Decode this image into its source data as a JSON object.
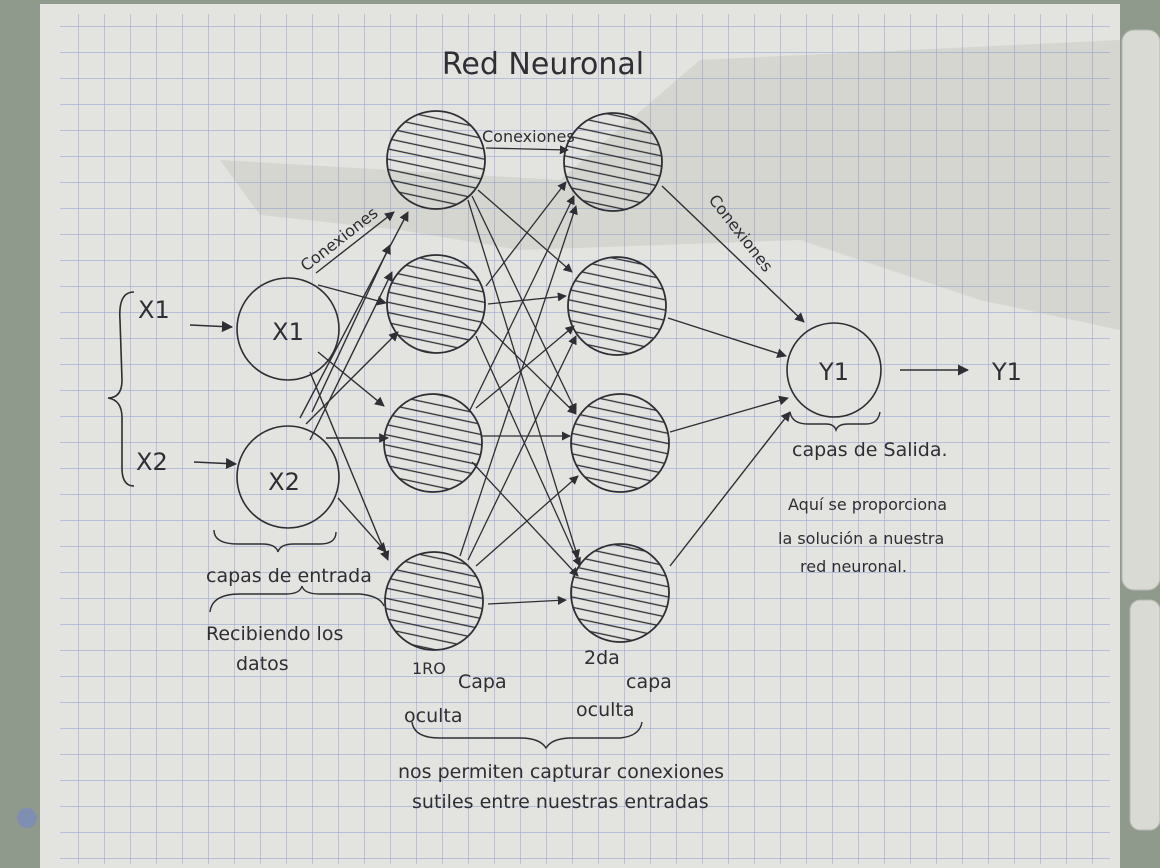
{
  "title": "Red Neuronal",
  "inputs": {
    "x1_label": "X1",
    "x2_label": "X2",
    "node1_label": "X1",
    "node2_label": "X2"
  },
  "connection_labels": {
    "input_to_hidden": "Conexiones",
    "hidden_to_hidden": "Conexiones",
    "hidden_to_output": "Conexiones"
  },
  "output": {
    "node_label": "Y1",
    "result_label": "Y1"
  },
  "annotations": {
    "input_layer": "capas de entrada",
    "receiving_line1": "Recibiendo los",
    "receiving_line2": "datos",
    "hidden1_line1": "1RO",
    "hidden1_line2": "Capa",
    "hidden1_line3": "oculta",
    "hidden2_line1": "2da",
    "hidden2_line2": "capa",
    "hidden2_line3": "oculta",
    "hidden_desc_line1": "nos permiten capturar conexiones",
    "hidden_desc_line2": "sutiles entre nuestras entradas",
    "output_layer": "capas de Salida.",
    "output_desc_line1": "Aquí se proporciona",
    "output_desc_line2": "la solución a nuestra",
    "output_desc_line3": "red neuronal."
  },
  "colors": {
    "paper": "#e3e4df",
    "grid": "#9ea8d6",
    "ink": "#2e2e34",
    "shadow": "#b7bab3"
  }
}
